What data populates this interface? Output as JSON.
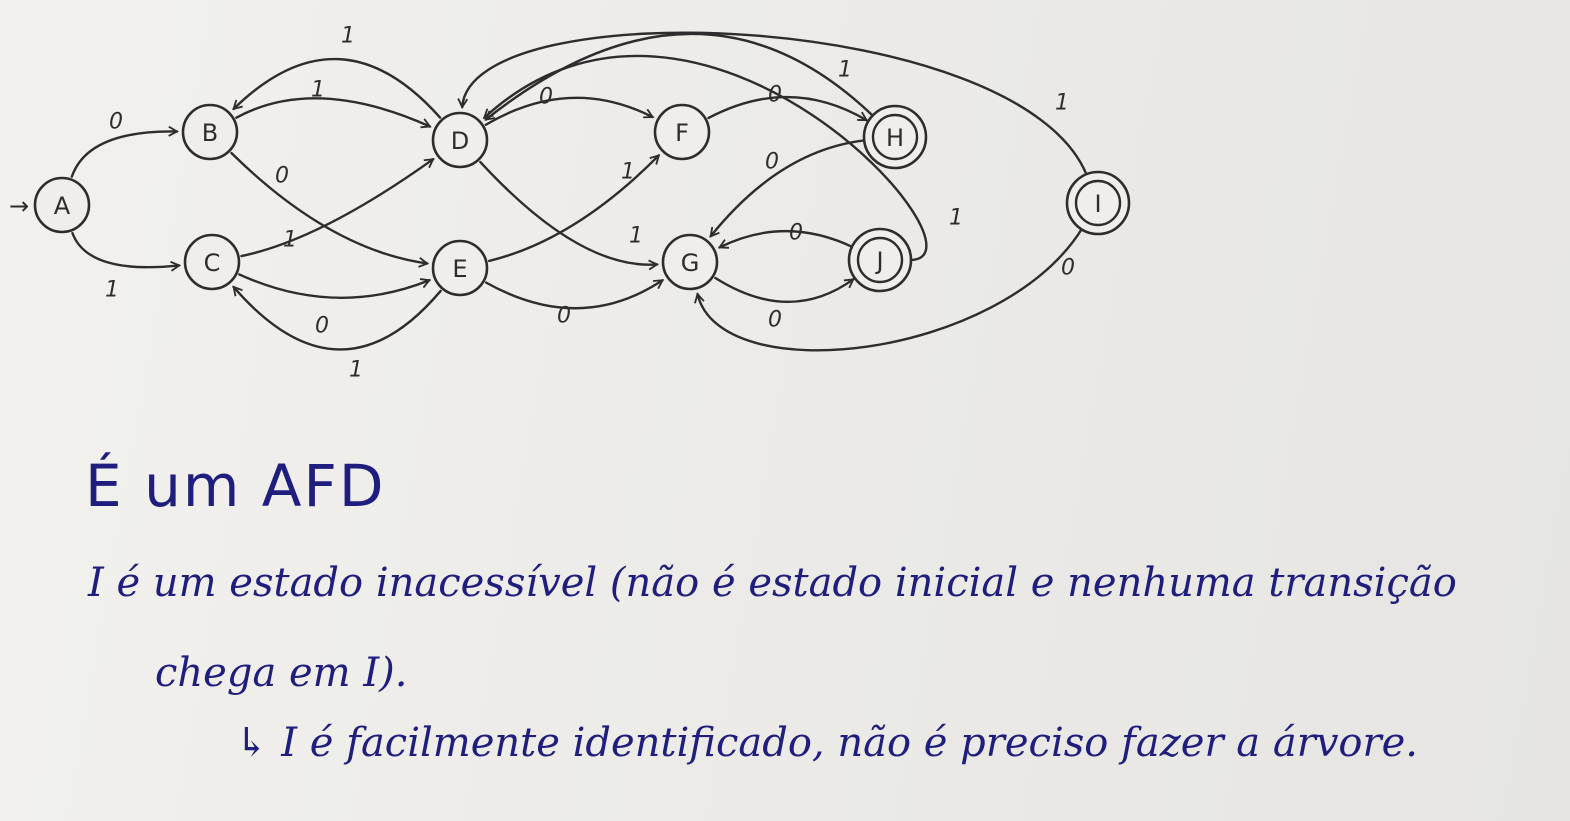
{
  "diagram": {
    "start_arrow": "→",
    "states": [
      {
        "id": "A",
        "label": "A",
        "accepting": false,
        "initial": true
      },
      {
        "id": "B",
        "label": "B",
        "accepting": false
      },
      {
        "id": "C",
        "label": "C",
        "accepting": false
      },
      {
        "id": "D",
        "label": "D",
        "accepting": false
      },
      {
        "id": "E",
        "label": "E",
        "accepting": false
      },
      {
        "id": "F",
        "label": "F",
        "accepting": false
      },
      {
        "id": "G",
        "label": "G",
        "accepting": false
      },
      {
        "id": "H",
        "label": "H",
        "accepting": true
      },
      {
        "id": "J",
        "label": "J",
        "accepting": true
      },
      {
        "id": "I",
        "label": "I",
        "accepting": true
      }
    ],
    "transitions": [
      {
        "from": "A",
        "to": "B",
        "symbol": "0"
      },
      {
        "from": "A",
        "to": "C",
        "symbol": "1"
      },
      {
        "from": "B",
        "to": "D",
        "symbol": "1"
      },
      {
        "from": "D",
        "to": "B",
        "symbol": "1"
      },
      {
        "from": "B",
        "to": "E",
        "symbol": "0"
      },
      {
        "from": "C",
        "to": "D",
        "symbol": "1"
      },
      {
        "from": "C",
        "to": "E",
        "symbol": "0"
      },
      {
        "from": "E",
        "to": "C",
        "symbol": "1"
      },
      {
        "from": "D",
        "to": "F",
        "symbol": "0"
      },
      {
        "from": "D",
        "to": "G",
        "symbol": "1"
      },
      {
        "from": "E",
        "to": "F",
        "symbol": "1"
      },
      {
        "from": "E",
        "to": "G",
        "symbol": "0"
      },
      {
        "from": "F",
        "to": "H",
        "symbol": "0"
      },
      {
        "from": "H",
        "to": "D",
        "symbol": "1"
      },
      {
        "from": "H",
        "to": "G",
        "symbol": "0"
      },
      {
        "from": "G",
        "to": "J",
        "symbol": "0"
      },
      {
        "from": "J",
        "to": "G",
        "symbol": "0"
      },
      {
        "from": "J",
        "to": "D",
        "symbol": "1"
      },
      {
        "from": "I",
        "to": "D",
        "symbol": "1"
      },
      {
        "from": "I",
        "to": "G",
        "symbol": "0"
      }
    ]
  },
  "notes": [
    "É um AFD",
    "I é um estado inacessível (não é estado inicial e nenhuma transição",
    "chega em I).",
    "↳ I é facilmente identificado, não é preciso fazer a árvore."
  ]
}
